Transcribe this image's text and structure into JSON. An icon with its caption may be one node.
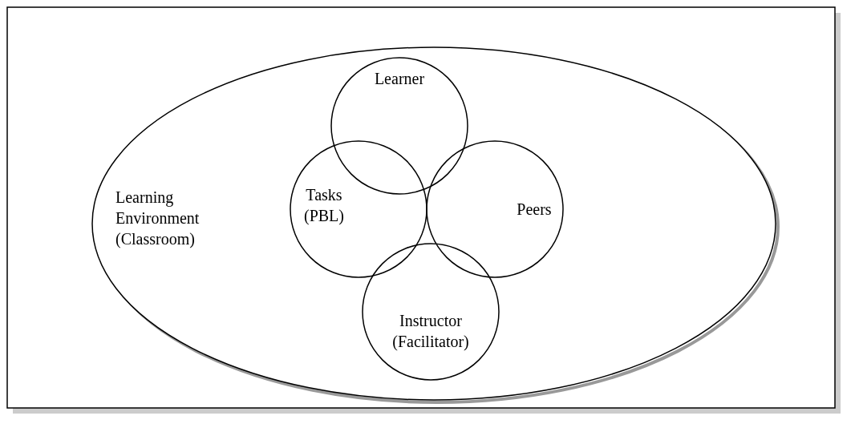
{
  "diagram": {
    "nodes": [
      {
        "text": [
          "Learning Environment (Classroom)"
        ]
      },
      {
        "text": [
          "Learner"
        ],
        "in": 0
      },
      {
        "text": [
          "Tasks (PBL)"
        ],
        "in": 0
      },
      {
        "text": [
          "Peers"
        ],
        "in": 0
      },
      {
        "text": [
          "Instructor (Facilitator)"
        ],
        "in": 0
      }
    ]
  }
}
